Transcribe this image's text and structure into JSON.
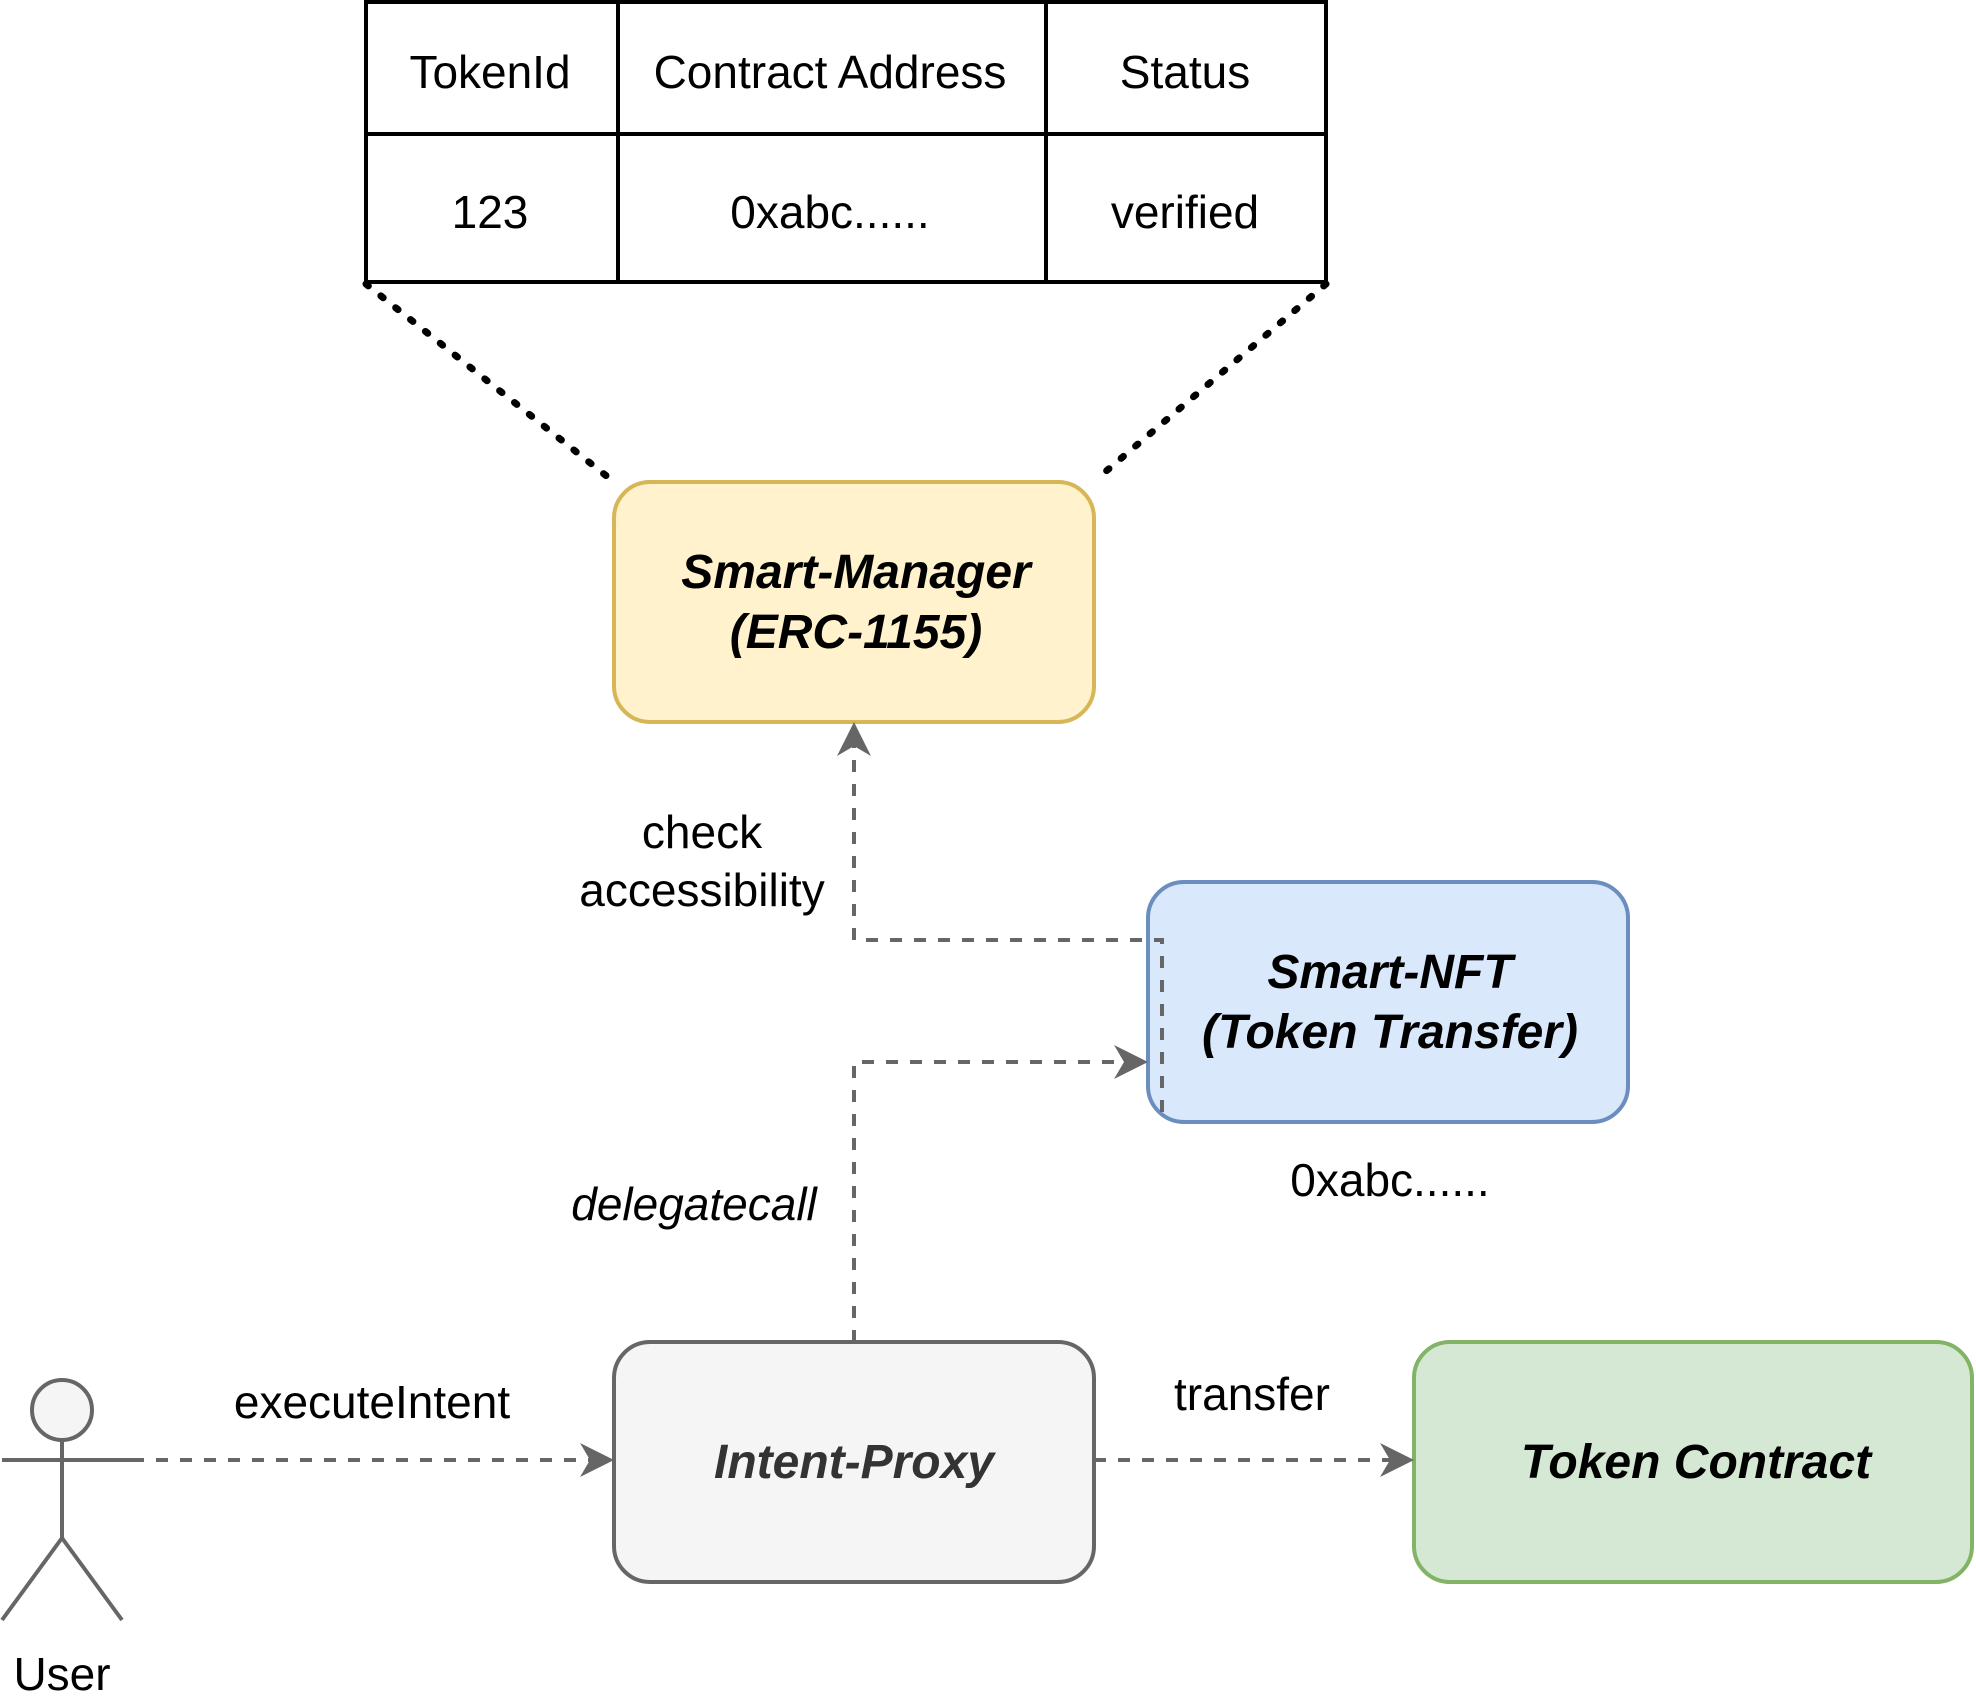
{
  "table": {
    "headers": [
      "TokenId",
      "Contract Address",
      "Status"
    ],
    "rows": [
      [
        "123",
        "0xabc......",
        "verified"
      ]
    ]
  },
  "nodes": {
    "smart_manager": {
      "line1": "Smart-Manager",
      "line2": "(ERC-1155)",
      "fill": "#fff2cc",
      "stroke": "#d6b656"
    },
    "smart_nft": {
      "line1": "Smart-NFT",
      "line2": "(Token Transfer)",
      "address": "0xabc......",
      "fill": "#dae8fc",
      "stroke": "#6c8ebf"
    },
    "intent_proxy": {
      "label": "Intent-Proxy",
      "fill": "#f5f5f5",
      "stroke": "#666666",
      "text_color": "#333333"
    },
    "token_contract": {
      "label": "Token Contract",
      "fill": "#d5e8d4",
      "stroke": "#82b366"
    },
    "user": {
      "label": "User",
      "color": "#666666"
    }
  },
  "edges": {
    "execute_intent": "executeIntent",
    "transfer": "transfer",
    "delegatecall": "delegatecall",
    "check_line1": "check",
    "check_line2": "accessibility",
    "color": "#666666"
  }
}
